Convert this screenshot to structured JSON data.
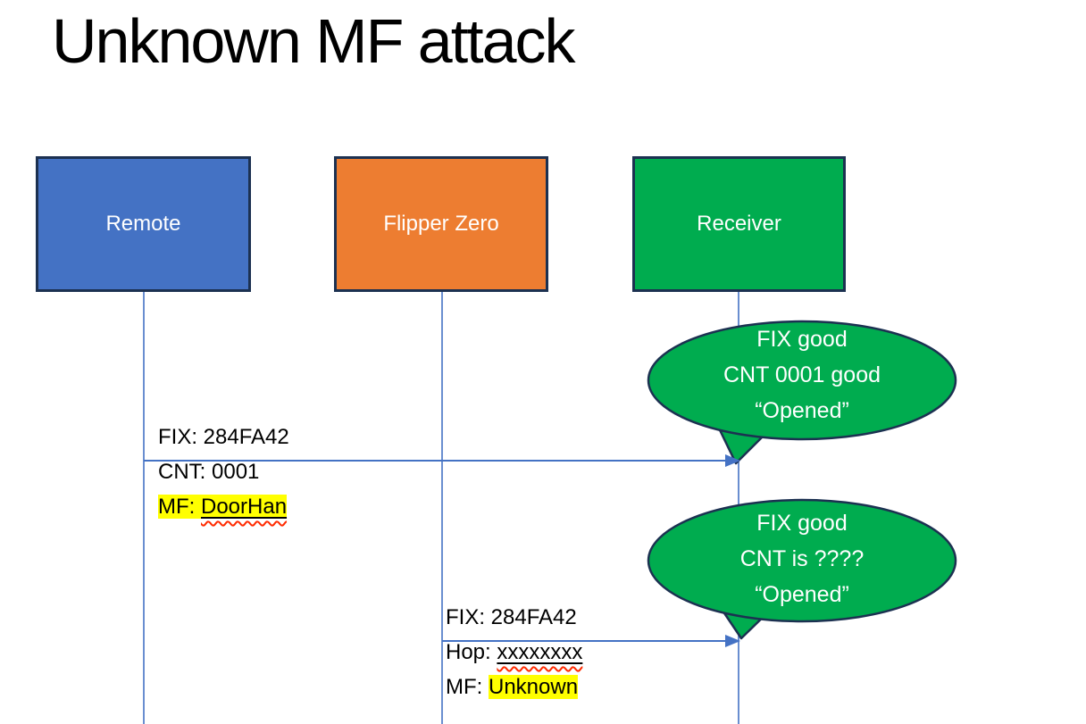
{
  "slide_title": "Unknown MF attack",
  "actors": [
    {
      "label": "Remote",
      "fill": "#4472C4"
    },
    {
      "label": "Flipper Zero",
      "fill": "#ED7D31"
    },
    {
      "label": "Receiver",
      "fill": "#00AC4F"
    }
  ],
  "callouts": [
    {
      "lines": [
        "FIX good",
        "CNT 0001 good",
        "“Opened”"
      ],
      "fill": "#00AC4F"
    },
    {
      "lines": [
        "FIX good",
        "CNT is ????",
        "“Opened”"
      ],
      "fill": "#00AC4F"
    }
  ],
  "messages": [
    {
      "line1": "FIX: 284FA42",
      "line2": "CNT: 0001",
      "line3_prefix": "MF: ",
      "line3_value": "DoorHan"
    },
    {
      "line1": "FIX: 284FA42",
      "line2_prefix": "Hop: ",
      "line2_value": "xxxxxxxx",
      "line3_prefix": "MF: ",
      "line3_value": "Unknown"
    }
  ],
  "colors": {
    "outline_navy": "#1C3151",
    "connector_blue": "#4472C4",
    "highlight_yellow": "#FFFF00",
    "squiggle_red": "#FF2A00"
  }
}
